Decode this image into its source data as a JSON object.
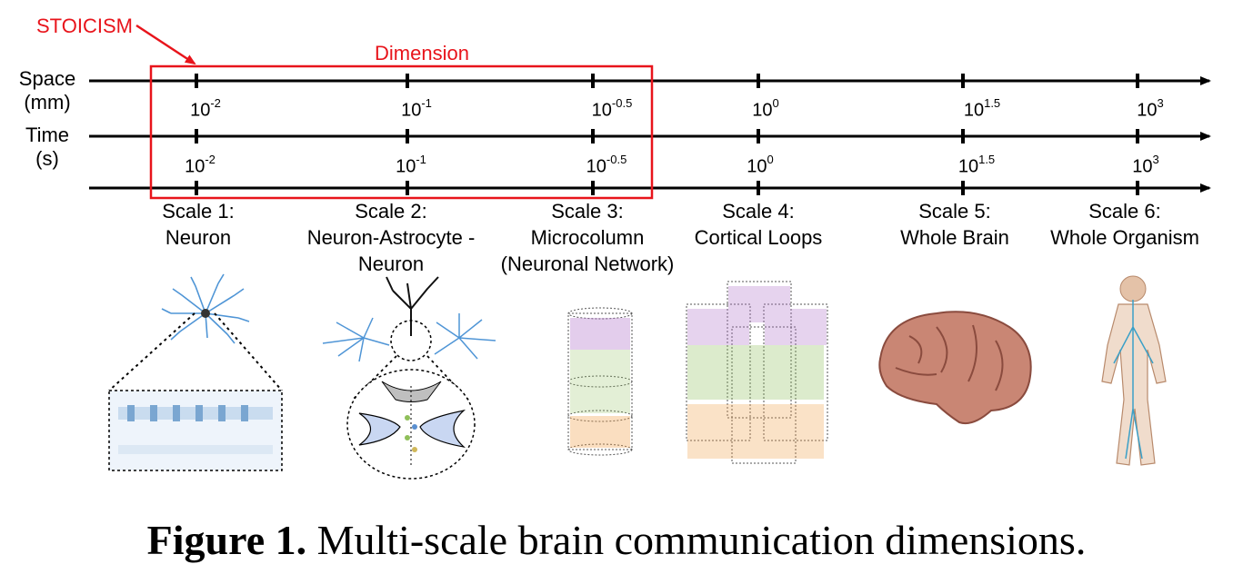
{
  "annotations": {
    "stoicism_label": "STOICISM",
    "dimension_label": "Dimension",
    "annotation_color": "#e8141b"
  },
  "axes": {
    "space_label": "Space",
    "space_unit": "(mm)",
    "time_label": "Time",
    "time_unit": "(s)"
  },
  "ticks": [
    {
      "base": "10",
      "exp": "-2"
    },
    {
      "base": "10",
      "exp": "-1"
    },
    {
      "base": "10",
      "exp": "-0.5"
    },
    {
      "base": "10",
      "exp": "0"
    },
    {
      "base": "10",
      "exp": "1.5"
    },
    {
      "base": "10",
      "exp": "3"
    }
  ],
  "scales": [
    {
      "line1": "Scale 1:",
      "line2": "Neuron",
      "line3": "",
      "icon": "neuron-icon"
    },
    {
      "line1": "Scale 2:",
      "line2": "Neuron-Astrocyte -",
      "line3": "Neuron",
      "icon": "tripartite-synapse-icon"
    },
    {
      "line1": "Scale 3:",
      "line2": "Microcolumn",
      "line3": "(Neuronal Network)",
      "icon": "microcolumn-icon"
    },
    {
      "line1": "Scale 4:",
      "line2": "Cortical Loops",
      "line3": "",
      "icon": "cortical-loops-icon"
    },
    {
      "line1": "Scale 5:",
      "line2": "Whole Brain",
      "line3": "",
      "icon": "brain-icon"
    },
    {
      "line1": "Scale 6:",
      "line2": "Whole Organism",
      "line3": "",
      "icon": "human-body-icon"
    }
  ],
  "caption": {
    "bold": "Figure 1.",
    "text": " Multi-scale brain communication dimensions."
  }
}
